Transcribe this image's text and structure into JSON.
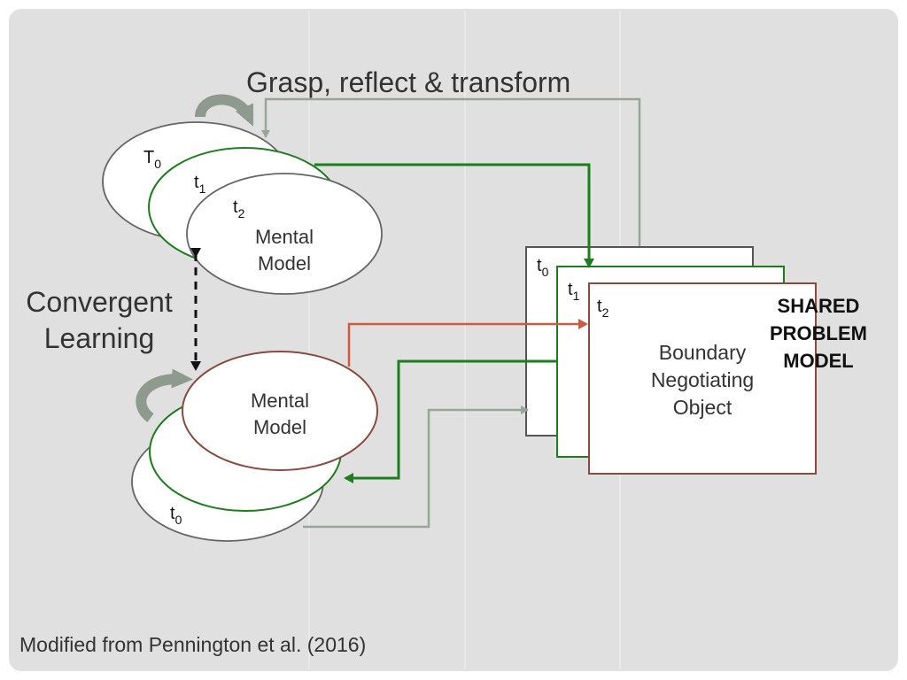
{
  "header": {
    "title": "Grasp, reflect & transform"
  },
  "labels": {
    "convergent_line1": "Convergent",
    "convergent_line2": "Learning",
    "shared_line1": "SHARED",
    "shared_line2": "PROBLEM",
    "shared_line3": "MODEL"
  },
  "top_model": {
    "t0_base": "T",
    "t0_sub": "0",
    "t1_base": "t",
    "t1_sub": "1",
    "t2_base": "t",
    "t2_sub": "2",
    "line1": "Mental",
    "line2": "Model"
  },
  "bottom_model": {
    "t0_base": "t",
    "t0_sub": "0",
    "line1": "Mental",
    "line2": "Model"
  },
  "object": {
    "t0_base": "t",
    "t0_sub": "0",
    "t1_base": "t",
    "t1_sub": "1",
    "t2_base": "t",
    "t2_sub": "2",
    "line1": "Boundary",
    "line2": "Negotiating",
    "line3": "Object"
  },
  "footer": {
    "citation": "Modified from Pennington et al. (2016)"
  },
  "colors": {
    "background": "#e0e0e0",
    "gray_arrow": "#9aa59a",
    "green": "#1e7d1e",
    "red": "#d05a40",
    "brown_border": "#8a4a40",
    "dark_border": "#555555"
  }
}
